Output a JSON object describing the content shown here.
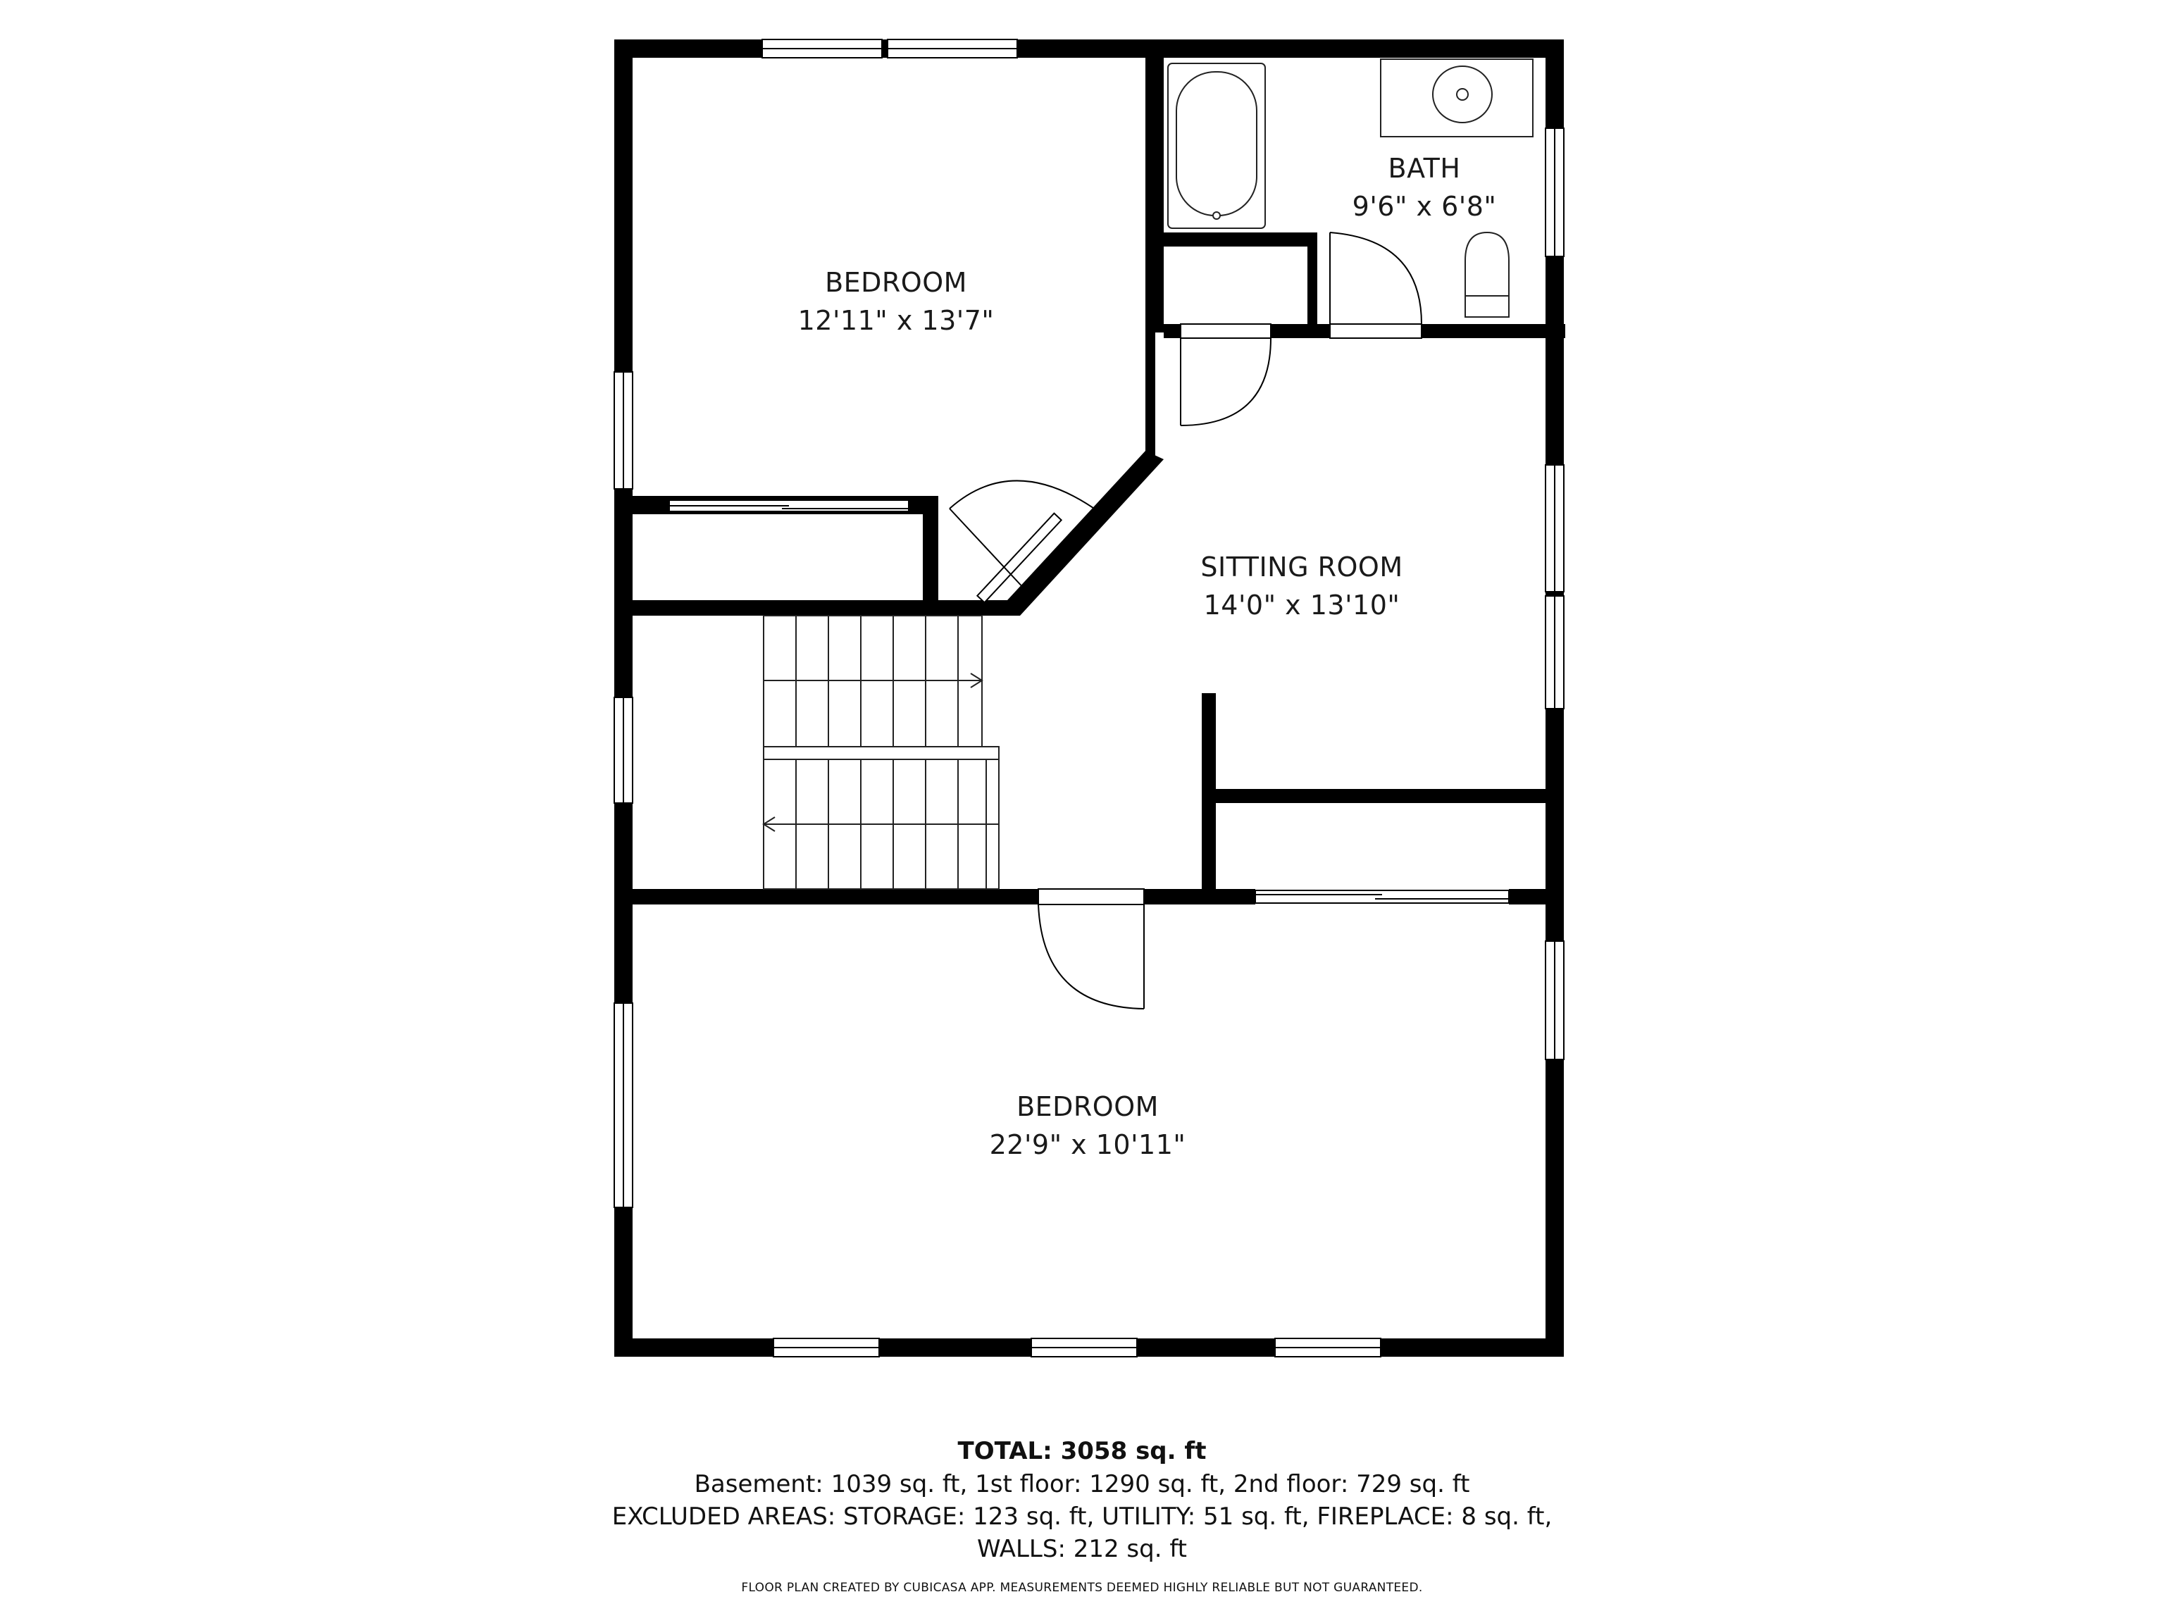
{
  "rooms": {
    "bedroom_top": {
      "label": "BEDROOM",
      "dims": "12'11\" x 13'7\""
    },
    "bath": {
      "label": "BATH",
      "dims": "9'6\" x 6'8\""
    },
    "sitting_room": {
      "label": "SITTING ROOM",
      "dims": "14'0\" x 13'10\""
    },
    "bedroom_bottom": {
      "label": "BEDROOM",
      "dims": "22'9\" x 10'11\""
    }
  },
  "summary": {
    "total": "TOTAL: 3058 sq. ft",
    "floors": "Basement: 1039 sq. ft, 1st floor: 1290 sq. ft, 2nd floor: 729 sq. ft",
    "excluded": "EXCLUDED AREAS: STORAGE: 123 sq. ft, UTILITY: 51 sq. ft, FIREPLACE: 8 sq. ft,",
    "walls": "WALLS: 212 sq. ft"
  },
  "disclaimer": "FLOOR PLAN CREATED BY CUBICASA APP. MEASUREMENTS DEEMED HIGHLY RELIABLE BUT NOT GUARANTEED.",
  "colors": {
    "wall": "#000000",
    "background": "#ffffff",
    "fixture_stroke": "#333333"
  }
}
